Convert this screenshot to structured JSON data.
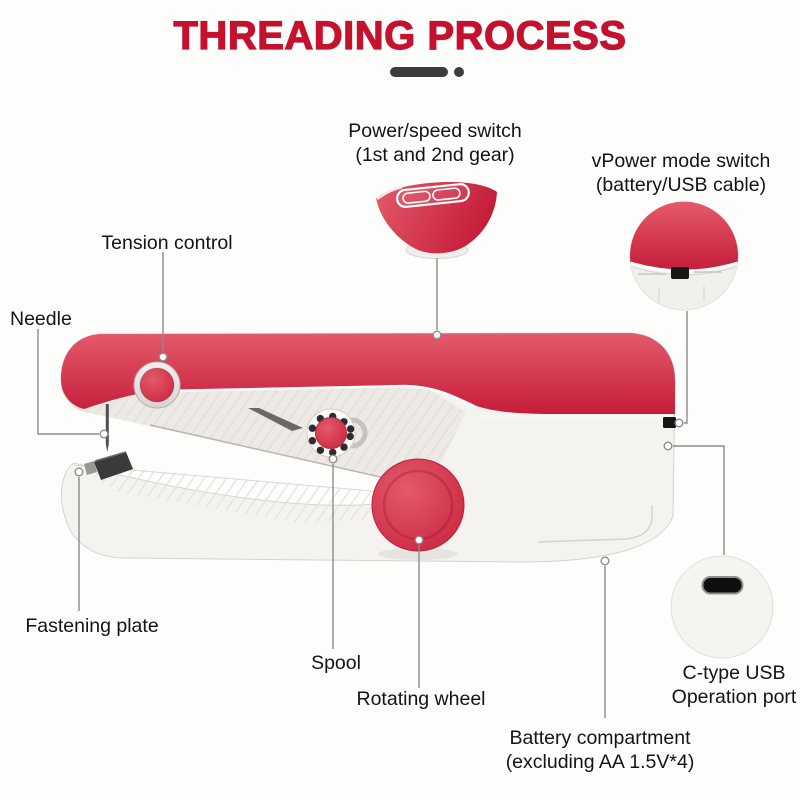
{
  "title": {
    "text": "THREADING PROCESS"
  },
  "labels": {
    "power_switch": {
      "line1": "Power/speed switch",
      "line2": "(1st and 2nd gear)"
    },
    "mode_switch": {
      "line1": "vPower mode switch",
      "line2": "(battery/USB cable)"
    },
    "tension_control": {
      "text": "Tension control"
    },
    "needle": {
      "text": "Needle"
    },
    "fastening_plate": {
      "text": "Fastening plate"
    },
    "spool": {
      "text": "Spool"
    },
    "rotating_wheel": {
      "text": "Rotating wheel"
    },
    "battery_compartment": {
      "line1": "Battery compartment",
      "line2": "(excluding AA 1.5V*4)"
    },
    "usb_port": {
      "line1": "C-type USB",
      "line2": "Operation port"
    }
  },
  "colors": {
    "page_bg": "#fdfdfb",
    "title_red": "#c4122e",
    "dark_accent": "#3d3d3d",
    "label_text": "#141414",
    "leader_line": "#8c8c8c",
    "machine_red": "#d8304a",
    "machine_red_light": "#e45a6b",
    "machine_red_dark": "#c51d39",
    "body_white": "#f5f3f0",
    "body_edge": "#d6d3cd",
    "deck_shade": "#edeae5",
    "hatch": "#e3e0da",
    "silver_light": "#f2f1ef",
    "silver_dark": "#d7d4d0",
    "switch_black": "#161616"
  }
}
